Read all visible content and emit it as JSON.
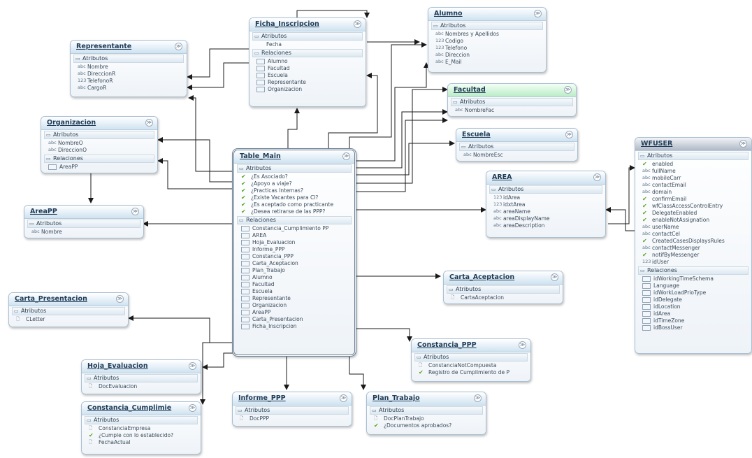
{
  "colors": {
    "connector": "#1a1a1a",
    "header_blue": "#cfe3f1",
    "header_green": "#b9ecc6",
    "header_gray": "#aeb8c6"
  },
  "entities": {
    "ficha": {
      "title": "Ficha_Inscripcion",
      "toggle": "≫",
      "sections": [
        {
          "label": "Atributos",
          "items": [
            {
              "icon": "field",
              "text": "Fecha"
            }
          ]
        },
        {
          "label": "Relaciones",
          "items": [
            {
              "icon": "rel",
              "text": "Alumno"
            },
            {
              "icon": "rel",
              "text": "Facultad"
            },
            {
              "icon": "rel",
              "text": "Escuela"
            },
            {
              "icon": "rel",
              "text": "Representante"
            },
            {
              "icon": "rel",
              "text": "Organizacion"
            }
          ]
        }
      ]
    },
    "alumno": {
      "title": "Alumno",
      "toggle": "≫",
      "sections": [
        {
          "label": "Atributos",
          "items": [
            {
              "icon": "abc",
              "text": "Nombres y Apellidos"
            },
            {
              "icon": "123",
              "text": "Codigo"
            },
            {
              "icon": "123",
              "text": "Telefono"
            },
            {
              "icon": "abc",
              "text": "Direccion"
            },
            {
              "icon": "abc",
              "text": "E_Mail"
            }
          ]
        }
      ]
    },
    "representante": {
      "title": "Representante",
      "toggle": "≫",
      "sections": [
        {
          "label": "Atributos",
          "items": [
            {
              "icon": "abc",
              "text": "Nombre"
            },
            {
              "icon": "abc",
              "text": "DireccionR"
            },
            {
              "icon": "123",
              "text": "TelefonoR"
            },
            {
              "icon": "abc",
              "text": "CargoR"
            }
          ]
        }
      ]
    },
    "facultad": {
      "title": "Facultad",
      "toggle": "≫",
      "sections": [
        {
          "label": "Atributos",
          "items": [
            {
              "icon": "abc",
              "text": "NombreFac"
            }
          ]
        }
      ]
    },
    "organizacion": {
      "title": "Organizacion",
      "toggle": "≫",
      "sections": [
        {
          "label": "Atributos",
          "items": [
            {
              "icon": "abc",
              "text": "NombreO"
            },
            {
              "icon": "abc",
              "text": "DireccionO"
            }
          ]
        },
        {
          "label": "Relaciones",
          "items": [
            {
              "icon": "rel",
              "text": "AreaPP"
            }
          ]
        }
      ]
    },
    "escuela": {
      "title": "Escuela",
      "toggle": "≫",
      "sections": [
        {
          "label": "Atributos",
          "items": [
            {
              "icon": "abc",
              "text": "NombreEsc"
            }
          ]
        }
      ]
    },
    "wfuser": {
      "title": "WFUSER",
      "toggle": "≫",
      "sections": [
        {
          "label": "Atributos",
          "items": [
            {
              "icon": "check",
              "text": "enabled"
            },
            {
              "icon": "abc",
              "text": "fullName"
            },
            {
              "icon": "abc",
              "text": "mobileCarr"
            },
            {
              "icon": "abc",
              "text": "contactEmail"
            },
            {
              "icon": "abc",
              "text": "domain"
            },
            {
              "icon": "check",
              "text": "confirmEmail"
            },
            {
              "icon": "check",
              "text": "wfClassAccessControlEntry"
            },
            {
              "icon": "check",
              "text": "DelegateEnabled"
            },
            {
              "icon": "check",
              "text": "enableNotAssignation"
            },
            {
              "icon": "abc",
              "text": "userName"
            },
            {
              "icon": "abc",
              "text": "contactCel"
            },
            {
              "icon": "check",
              "text": "CreatedCasesDisplaysRules"
            },
            {
              "icon": "abc",
              "text": "contactMessenger"
            },
            {
              "icon": "check",
              "text": "notifByMessenger"
            },
            {
              "icon": "123",
              "text": "idUser"
            }
          ]
        },
        {
          "label": "Relaciones",
          "items": [
            {
              "icon": "rel",
              "text": "idWorkingTimeSchema"
            },
            {
              "icon": "rel",
              "text": "Language"
            },
            {
              "icon": "rel",
              "text": "idWorkLoadPrioType"
            },
            {
              "icon": "rel",
              "text": "idDelegate"
            },
            {
              "icon": "rel",
              "text": "idLocation"
            },
            {
              "icon": "rel",
              "text": "idArea"
            },
            {
              "icon": "rel",
              "text": "idTimeZone"
            },
            {
              "icon": "rel",
              "text": "idBossUser"
            }
          ]
        }
      ]
    },
    "area": {
      "title": "AREA",
      "toggle": "≫",
      "sections": [
        {
          "label": "Atributos",
          "items": [
            {
              "icon": "123",
              "text": "idArea"
            },
            {
              "icon": "123",
              "text": "idxtArea"
            },
            {
              "icon": "abc",
              "text": "areaName"
            },
            {
              "icon": "abc",
              "text": "areaDisplayName"
            },
            {
              "icon": "abc",
              "text": "areaDescription"
            }
          ]
        }
      ]
    },
    "tablemain": {
      "title": "Table_Main",
      "toggle": "≫",
      "sections": [
        {
          "label": "Atributos",
          "items": [
            {
              "icon": "check",
              "text": "¿Es Asociado?"
            },
            {
              "icon": "check",
              "text": "¿Apoyo a viaje?"
            },
            {
              "icon": "check",
              "text": "¿Practicas Internas?"
            },
            {
              "icon": "check",
              "text": "¿Existe Vacantes para CI?"
            },
            {
              "icon": "check",
              "text": "¿Es aceptado como practicante"
            },
            {
              "icon": "check",
              "text": "¿Desea retirarse de las PPP?"
            }
          ]
        },
        {
          "label": "Relaciones",
          "items": [
            {
              "icon": "rel",
              "text": "Constancia_Cumplimiento PP"
            },
            {
              "icon": "rel",
              "text": "AREA"
            },
            {
              "icon": "rel",
              "text": "Hoja_Evaluacion"
            },
            {
              "icon": "rel",
              "text": "Informe_PPP"
            },
            {
              "icon": "rel",
              "text": "Constancia_PPP"
            },
            {
              "icon": "rel",
              "text": "Carta_Aceptacion"
            },
            {
              "icon": "rel",
              "text": "Plan_Trabajo"
            },
            {
              "icon": "rel",
              "text": "Alumno"
            },
            {
              "icon": "rel",
              "text": "Facultad"
            },
            {
              "icon": "rel",
              "text": "Escuela"
            },
            {
              "icon": "rel",
              "text": "Representante"
            },
            {
              "icon": "rel",
              "text": "Organizacion"
            },
            {
              "icon": "rel",
              "text": "AreaPP"
            },
            {
              "icon": "rel",
              "text": "Carta_Presentacion"
            },
            {
              "icon": "rel",
              "text": "Ficha_Inscripcion"
            }
          ]
        }
      ]
    },
    "areapp": {
      "title": "AreaPP",
      "toggle": "≫",
      "sections": [
        {
          "label": "Atributos",
          "items": [
            {
              "icon": "abc",
              "text": "Nombre"
            }
          ]
        }
      ]
    },
    "cartaacept": {
      "title": "Carta_Aceptacion",
      "toggle": "≫",
      "sections": [
        {
          "label": "Atributos",
          "items": [
            {
              "icon": "doc",
              "text": "CartaAceptacion"
            }
          ]
        }
      ]
    },
    "cartapres": {
      "title": "Carta_Presentacion",
      "toggle": "≫",
      "sections": [
        {
          "label": "Atributos",
          "items": [
            {
              "icon": "doc",
              "text": "CLetter"
            }
          ]
        }
      ]
    },
    "constppp": {
      "title": "Constancia_PPP",
      "toggle": "≫",
      "sections": [
        {
          "label": "Atributos",
          "items": [
            {
              "icon": "doc",
              "text": "ConstanciaNotCompuesta"
            },
            {
              "icon": "check",
              "text": "Registro de Cumplimiento de P"
            }
          ]
        }
      ]
    },
    "hoja": {
      "title": "Hoja_Evaluacion",
      "toggle": "≫",
      "sections": [
        {
          "label": "Atributos",
          "items": [
            {
              "icon": "doc",
              "text": "DocEvaluacion"
            }
          ]
        }
      ]
    },
    "informe": {
      "title": "Informe_PPP",
      "toggle": "≫",
      "sections": [
        {
          "label": "Atributos",
          "items": [
            {
              "icon": "doc",
              "text": "DocPPP"
            }
          ]
        }
      ]
    },
    "plan": {
      "title": "Plan_Trabajo",
      "toggle": "≫",
      "sections": [
        {
          "label": "Atributos",
          "items": [
            {
              "icon": "doc",
              "text": "DocPlanTrabajo"
            },
            {
              "icon": "check",
              "text": "¿Documentos aprobados?"
            }
          ]
        }
      ]
    },
    "constcump": {
      "title": "Constancia_Cumplimie",
      "toggle": "≫",
      "sections": [
        {
          "label": "Atributos",
          "items": [
            {
              "icon": "doc",
              "text": "ConstanciaEmpresa"
            },
            {
              "icon": "check",
              "text": "¿Cumple con lo establecido?"
            },
            {
              "icon": "doc",
              "text": "FechaActual"
            }
          ]
        }
      ]
    }
  }
}
